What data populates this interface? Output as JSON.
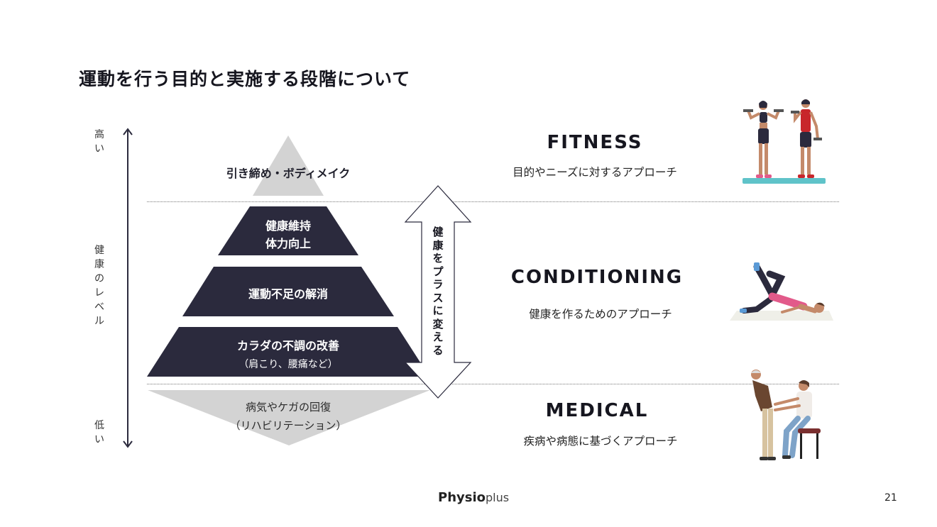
{
  "title": "運動を行う目的と実施する段階について",
  "axis": {
    "high": "高い",
    "middle": "健康のレベル",
    "low": "低い"
  },
  "pyramid": {
    "top": "引き締め・ボディメイク",
    "tier1": {
      "line1": "健康維持",
      "line2": "体力向上"
    },
    "tier2": "運動不足の解消",
    "tier3": {
      "line1": "カラダの不調の改善",
      "line2": "（肩こり、腰痛など）"
    },
    "bottom": {
      "line1": "病気やケガの回復",
      "line2": "（リハビリテーション）"
    }
  },
  "arrow_label": "健康をプラスに変える",
  "sections": [
    {
      "heading": "FITNESS",
      "desc": "目的やニーズに対するアプローチ",
      "icon": "fitness-illustration"
    },
    {
      "heading": "CONDITIONING",
      "desc": "健康を作るためのアプローチ",
      "icon": "conditioning-illustration"
    },
    {
      "heading": "MEDICAL",
      "desc": "疾病や病態に基づくアプローチ",
      "icon": "medical-illustration"
    }
  ],
  "footer": {
    "logo_main": "Physio",
    "logo_sub": "plus",
    "page": "21"
  },
  "colors": {
    "dark": "#2b2a3d",
    "light_grey": "#d3d3d3",
    "accent_teal": "#5fc3c9",
    "accent_red": "#c8262b"
  }
}
